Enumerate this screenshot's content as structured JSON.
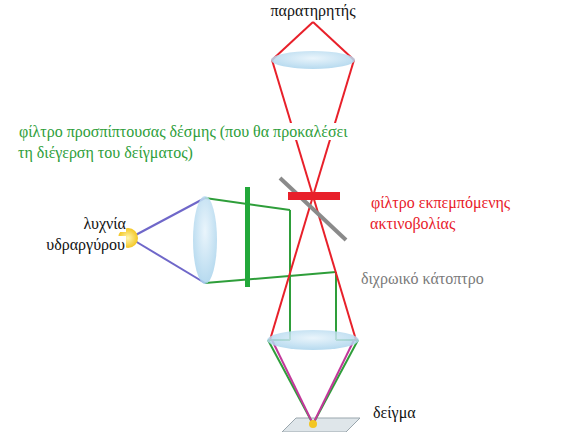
{
  "diagram": {
    "labels": [
      "παρατηρητής",
      "φίλτρο προσπίπτουσας δέσμης (που θα προκαλέσει τη διέγερση του δείγματος)",
      "λυχνία υδραργύρου",
      "φίλτρο εκπεμπόμενης ακτινοβολίας",
      "διχρωικό κάτοπτρο",
      "δείγμα"
    ]
  }
}
